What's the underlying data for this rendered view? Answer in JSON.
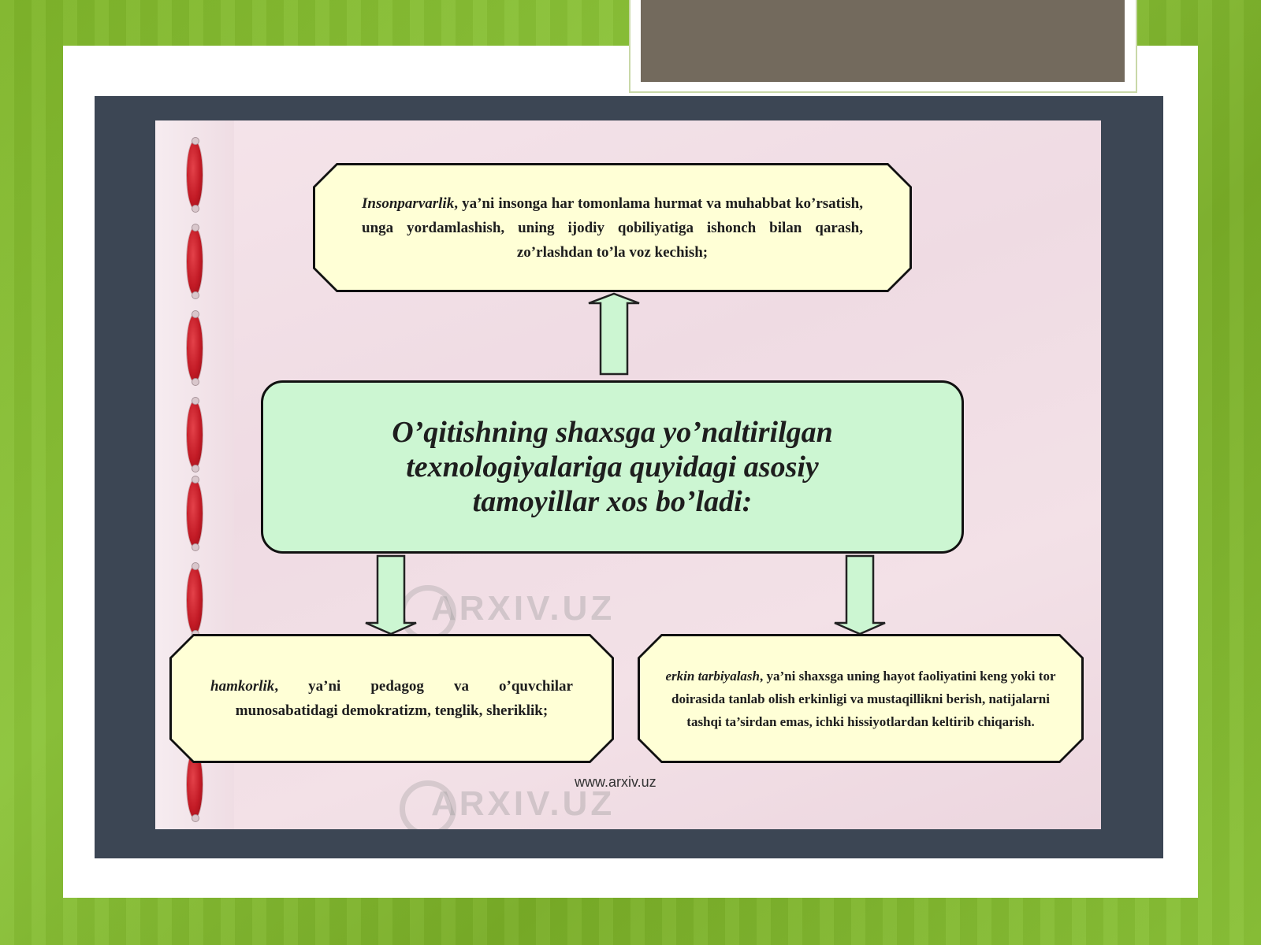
{
  "diagram": {
    "center": {
      "lines": [
        "O’qitishning shaxsga yo’naltirilgan",
        "texnologiyalariga quyidagi asosiy",
        "tamoyillar xos bo’ladi:"
      ]
    },
    "top": {
      "term": "Insonparvarlik",
      "text": ", ya’ni insonga har tomonlama hurmat va muhabbat ko’rsatish, unga yordamlashish, uning ijodiy qobiliyatiga ishonch bilan qarash, zo’rlashdan to’la voz kechish;"
    },
    "bottom_left": {
      "term": "hamkorlik",
      "text": ", ya’ni pedagog va o’quvchilar munosabatidagi demokratizm, tenglik, sheriklik;"
    },
    "bottom_right": {
      "term": "erkin tarbiyalash",
      "text": ", ya’ni shaxsga uning hayot faoliyatini keng yoki tor doirasida tanlab olish erkinligi va mustaqillikni berish, natijalarni tashqi ta’sirdan emas, ichki hissiyotlardan keltirib chiqarish."
    }
  },
  "footer_url": "www.arxiv.uz",
  "watermark": "ARXIV.UZ",
  "colors": {
    "background_green": "#82b92f",
    "title_tab": "#736a5d",
    "frame": "#3c4654",
    "slide_pink": "#f2e0e6",
    "center_box": "#ccf6d2",
    "outer_box": "#ffffd6",
    "arrow": "#ccf6d2",
    "bead_red": "#c21a25"
  }
}
